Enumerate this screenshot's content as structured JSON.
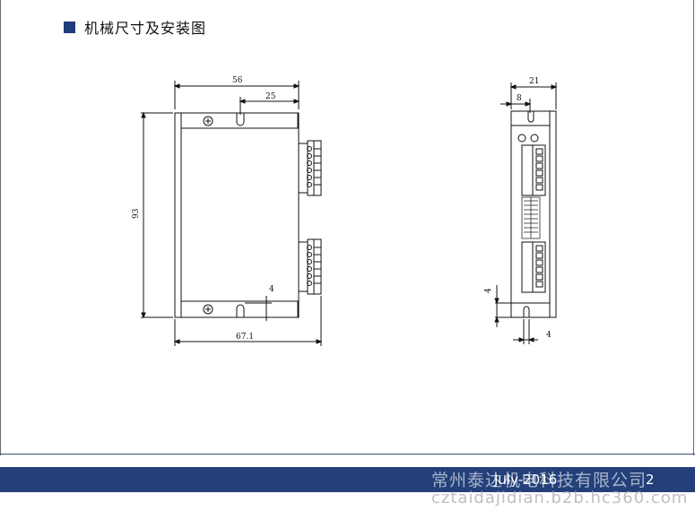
{
  "heading": {
    "text": "机械尺寸及安装图"
  },
  "front_view": {
    "dim_total_width": "56",
    "dim_slot_offset": "25",
    "dim_height": "93",
    "dim_slot_gap": "4",
    "dim_overall_depth": "67.1"
  },
  "side_view": {
    "dim_total_width": "21",
    "dim_slot_offset": "8",
    "dim_slot_height": "4",
    "dim_slot_width": "4"
  },
  "footer": {
    "date": "July-2016",
    "page": "2",
    "watermark_company": "常州泰达机电科技有限公司",
    "watermark_url": "cztaidajidian.b2b.hc360.com"
  },
  "colors": {
    "accent": "#23407a",
    "heading_square": "#1f3d7a"
  }
}
